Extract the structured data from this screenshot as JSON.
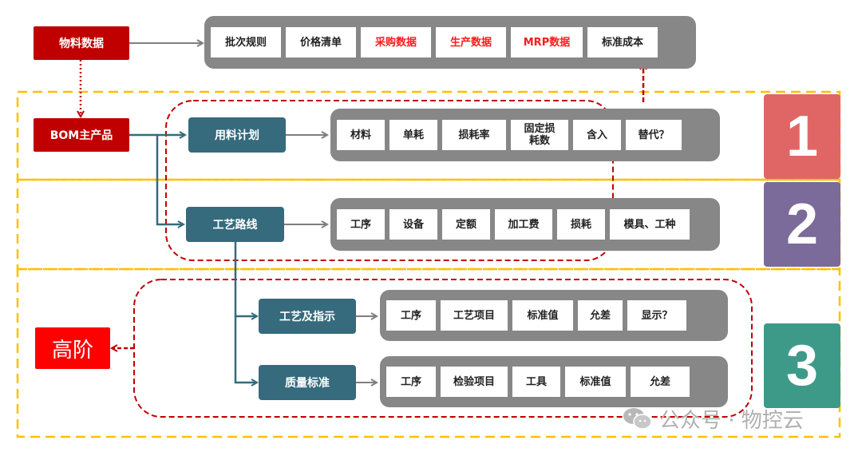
{
  "nodes": {
    "material_data": "物料数据",
    "bom_main": "BOM主产品",
    "material_plan": "用料计划",
    "routing": "工艺路线",
    "process_instruction": "工艺及指示",
    "quality_standard": "质量标准",
    "advanced": "高阶"
  },
  "top_bar": {
    "items": [
      {
        "label": "批次规则",
        "highlight": false
      },
      {
        "label": "价格清单",
        "highlight": false
      },
      {
        "label": "采购数据",
        "highlight": true
      },
      {
        "label": "生产数据",
        "highlight": true
      },
      {
        "label": "MRP数据",
        "highlight": true
      },
      {
        "label": "标准成本",
        "highlight": false
      }
    ]
  },
  "material_plan_bar": {
    "items": [
      "材料",
      "单耗",
      "损耗率",
      "固定损\n耗数",
      "含入",
      "替代？"
    ]
  },
  "routing_bar": {
    "items": [
      "工序",
      "设备",
      "定额",
      "加工费",
      "损耗",
      "模具、工种"
    ]
  },
  "process_bar": {
    "items": [
      "工序",
      "工艺项目",
      "标准值",
      "允差",
      "显示？"
    ]
  },
  "quality_bar": {
    "items": [
      "工序",
      "检验项目",
      "工具",
      "标准值",
      "允差"
    ]
  },
  "badges": [
    {
      "label": "1",
      "color": "#e06666"
    },
    {
      "label": "2",
      "color": "#7a6b9a"
    },
    {
      "label": "3",
      "color": "#3e9a88"
    }
  ],
  "watermark": {
    "text": "公众号 · 物控云",
    "icon": "wechat-icon"
  },
  "colors": {
    "red_node": "#c00000",
    "teal_node": "#366a7d",
    "gray_bar": "#878787",
    "highlight_text": "#ff1a1a",
    "yellow_dash": "#ffc000",
    "red_dash": "#c00000"
  }
}
